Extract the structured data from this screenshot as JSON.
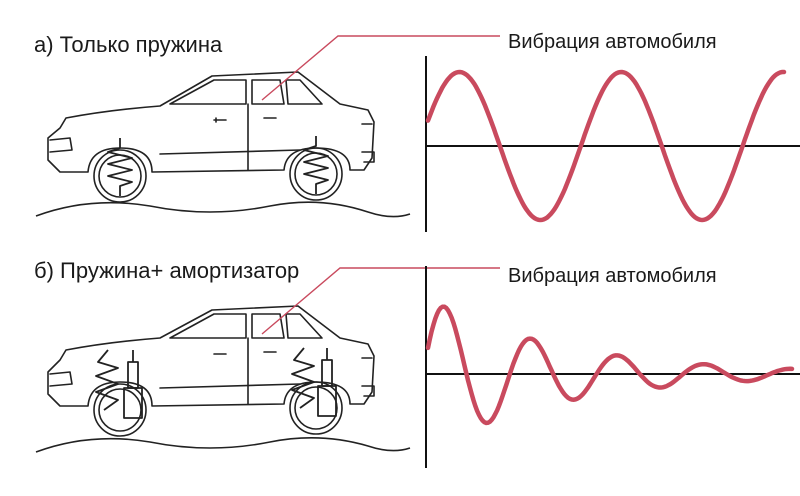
{
  "panel_a": {
    "title": "а) Только пружина",
    "wave_label": "Вибрация автомобиля",
    "suspension": "spring",
    "oscillation": {
      "cycles": 2.2,
      "damping": 0
    }
  },
  "panel_b": {
    "title": "б) Пружина+ амортизатор",
    "wave_label": "Вибрация автомобиля",
    "suspension": "spring + shock absorber",
    "oscillation": {
      "cycles": 4.2,
      "damping": 0.9
    }
  },
  "colors": {
    "wave": "#c94a5e",
    "leader": "#c94a5e",
    "lines": "#222222"
  },
  "icons": [
    "car-icon",
    "spring-icon",
    "shock-absorber-icon",
    "road-icon"
  ]
}
